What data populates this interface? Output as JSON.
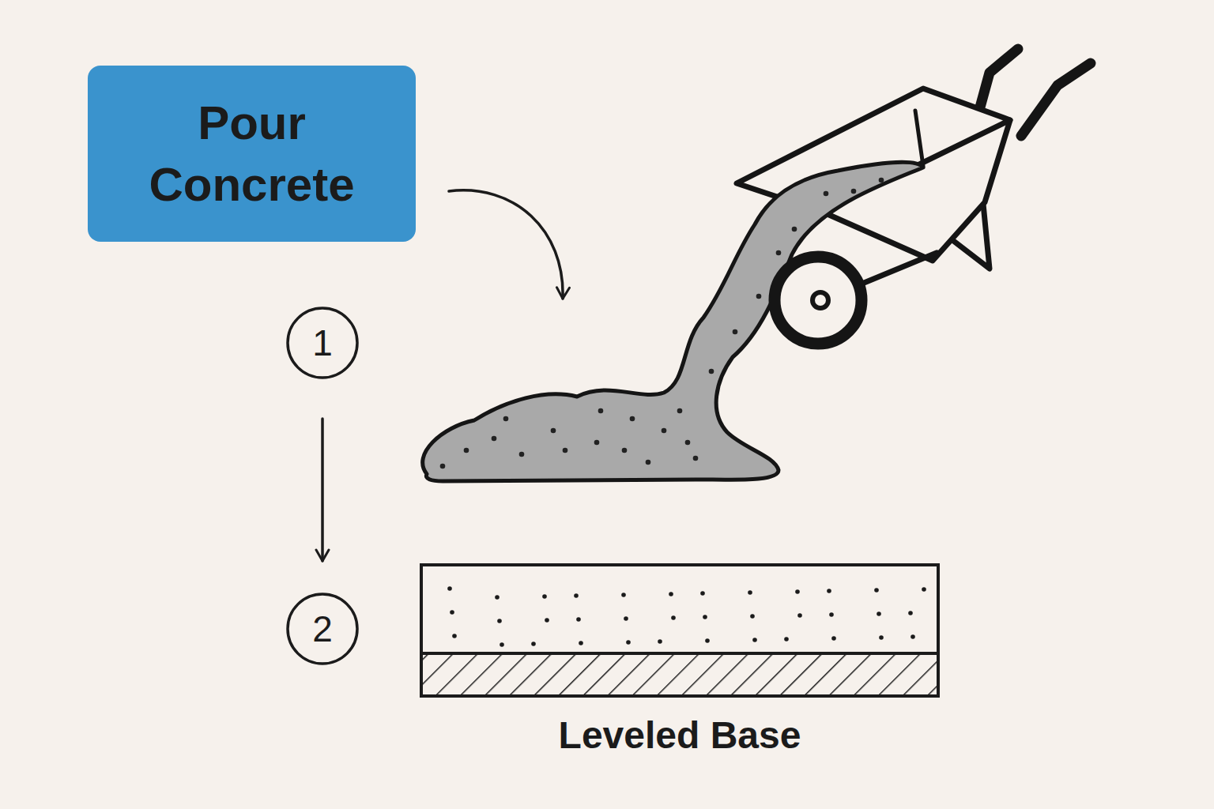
{
  "diagram": {
    "nodes": [
      {
        "text": [
          "Pour Concrete"
        ]
      },
      {
        "text": [
          "1"
        ]
      },
      {
        "text": [
          "2"
        ]
      },
      {
        "text": [
          "Leveled Base"
        ]
      }
    ],
    "edges": [
      {
        "from": 1,
        "to": 2,
        "arrow": "to"
      }
    ]
  }
}
